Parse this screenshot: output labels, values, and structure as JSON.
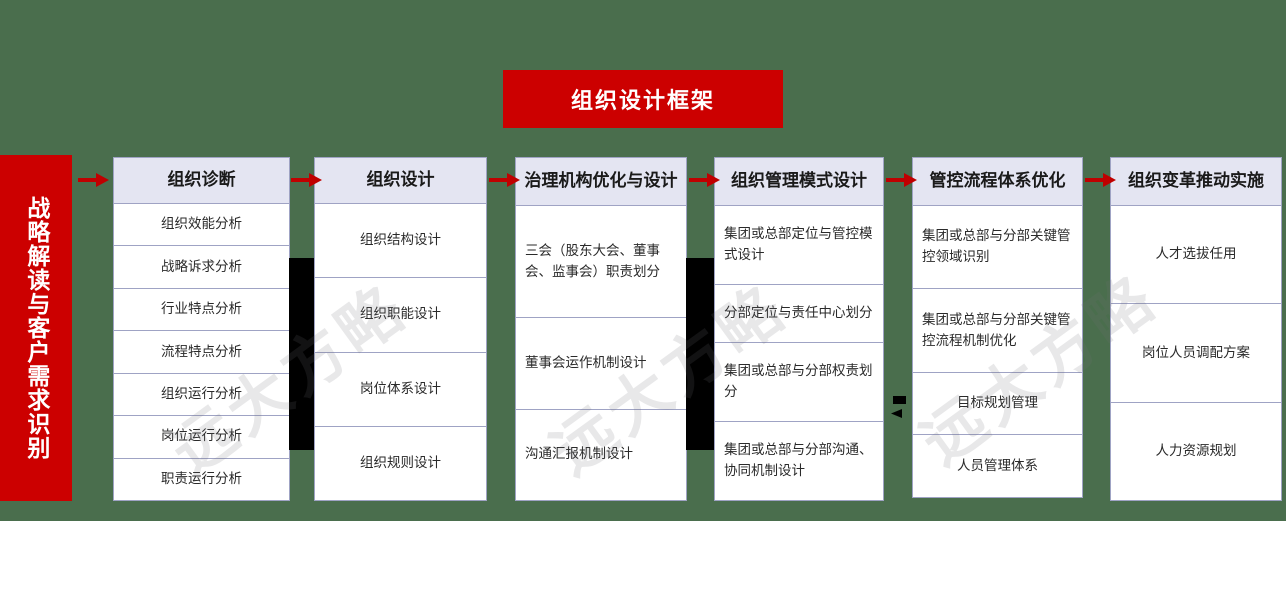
{
  "title": {
    "text": "组织设计框架",
    "color": "#cc0000"
  },
  "watermark": {
    "text": "远大方略"
  },
  "stage0": {
    "label": "战略解读与客户需求识别",
    "color": "#cc0000"
  },
  "colors": {
    "background": "#4a6e4d",
    "accent_red": "#cc0000",
    "arrow_red": "#c00000",
    "header_fill": "#e4e5f2",
    "border": "#9fa3c4"
  },
  "columns": [
    {
      "header": "组织诊断",
      "centered": true,
      "items": [
        "组织效能分析",
        "战略诉求分析",
        "行业特点分析",
        "流程特点分析",
        "组织运行分析",
        "岗位运行分析",
        "职责运行分析"
      ]
    },
    {
      "header": "组织设计",
      "centered": true,
      "items": [
        "组织结构设计",
        "组织职能设计",
        "岗位体系设计",
        "组织规则设计"
      ]
    },
    {
      "header": "治理机构\n优化与设计",
      "header_line1": "治理机构",
      "header_line2": "优化与设计",
      "centered": false,
      "items": [
        "三会（股东大会、董事会、监事会）职责划分",
        "董事会运作机制设计",
        "沟通汇报机制设计"
      ]
    },
    {
      "header": "组织管理\n模式设计",
      "header_line1": "组织管理",
      "header_line2": "模式设计",
      "centered": false,
      "items": [
        "集团或总部定位与管控模式设计",
        "分部定位与责任中心划分",
        "集团或总部与分部权责划分",
        "集团或总部与分部沟通、协同机制设计"
      ]
    },
    {
      "header": "管控流程\n体系优化",
      "header_line1": "管控流程",
      "header_line2": "体系优化",
      "centered": false,
      "items": [
        "集团或总部与分部关键管控领域识别",
        "集团或总部与分部关键管控流程机制优化",
        "目标规划管理",
        "人员管理体系"
      ]
    },
    {
      "header": "组织变革\n推动实施",
      "header_line1": "组织变革",
      "header_line2": "推动实施",
      "centered": false,
      "items": [
        "人才选拔任用",
        "岗位人员调配方案",
        "人力资源规划"
      ]
    }
  ]
}
